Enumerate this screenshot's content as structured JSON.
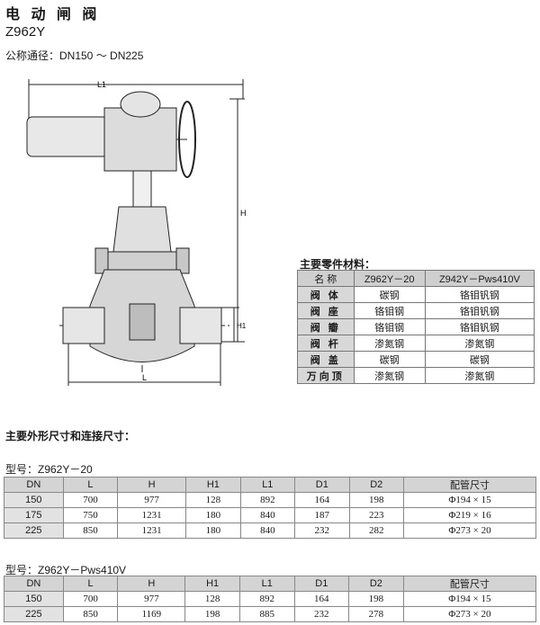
{
  "header": {
    "title": "电 动 闸 阀",
    "model": "Z962Y",
    "nominal": "公称通径：DN150 ～ DN225"
  },
  "drawing_labels": {
    "L1": "L1",
    "H": "H",
    "H1": "H1",
    "L": "L"
  },
  "parts": {
    "title": "主要零件材料：",
    "headers": [
      "名 称",
      "Z962Y－20",
      "Z942Y－Pws410V"
    ],
    "rows": [
      [
        "阀 体",
        "碳钢",
        "铬钼钒钢"
      ],
      [
        "阀 座",
        "铬钼钢",
        "铬钼钒钢"
      ],
      [
        "阀 瓣",
        "铬钼钢",
        "铬钼钒钢"
      ],
      [
        "阀 杆",
        "渗氮钢",
        "渗氮钢"
      ],
      [
        "阀 盖",
        "碳钢",
        "碳钢"
      ],
      [
        "万向顶",
        "渗氮钢",
        "渗氮钢"
      ]
    ]
  },
  "dims": {
    "title": "主要外形尺寸和连接尺寸：",
    "headers": [
      "DN",
      "L",
      "H",
      "H1",
      "L1",
      "D1",
      "D2",
      "配管尺寸"
    ],
    "table1": {
      "type_label": "型号：Z962Y－20",
      "rows": [
        [
          "150",
          "700",
          "977",
          "128",
          "892",
          "164",
          "198",
          "Φ194 × 15"
        ],
        [
          "175",
          "750",
          "1231",
          "180",
          "840",
          "187",
          "223",
          "Φ219 × 16"
        ],
        [
          "225",
          "850",
          "1231",
          "180",
          "840",
          "232",
          "282",
          "Φ273 × 20"
        ]
      ]
    },
    "table2": {
      "type_label": "型号：Z962Y－Pws410V",
      "rows": [
        [
          "150",
          "700",
          "977",
          "128",
          "892",
          "164",
          "198",
          "Φ194 × 15"
        ],
        [
          "225",
          "850",
          "1169",
          "198",
          "885",
          "232",
          "278",
          "Φ273 × 20"
        ]
      ]
    }
  }
}
